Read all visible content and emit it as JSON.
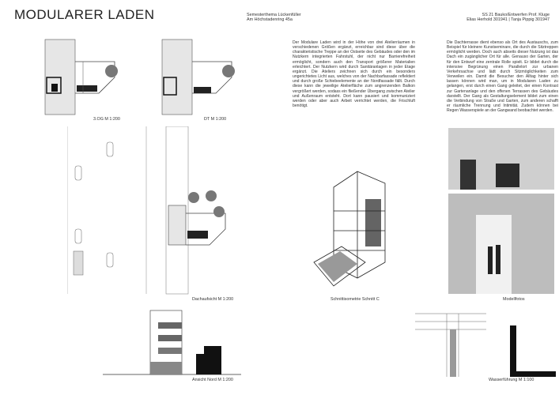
{
  "header": {
    "title": "MODULARER LADEN",
    "semester_theme": "Semesterthema Lückenfüller",
    "address": "Am Höchstadenring 45a",
    "course": "SS 21 Bauko/Entwerfen Prof. Kluge",
    "authors": "Elias Herhold 301941 | Tanja Pippig 301947"
  },
  "text": {
    "paragraph_1": "Der Modulare Laden wird in der Höhe von drei Atelierräumen in verschiedenen Größen ergänzt, erreichbar sind diese über die charakteristische Treppe an der Ostseite des Gebäudes oder den im Nutzkern integrierten Fahrstuhl, der nicht nur Barrierefreiheit ermöglicht, sondern auch den Transport größerer Materialien erleichtert. Der Nutzkern wird durch Sanitäranlagen in jeder Etage ergänzt. Die Ateliers zeichnen sich durch ein besonders ungerichtetes Licht aus, welches von der Nachbarfassade reflektiert und durch große Schiebeelemente an der Nordfassade fällt. Durch diese kann die jeweilige Atelierfläche zum angrenzenden Balkon vergrößert werden, sodass ein fließender Übergang zwischen Atelier und Außenraum entsteht. Dort kann pausiert und kommuniziert werden oder aber auch Arbeit verrichtet werden, die Frischluft benötigt.",
    "paragraph_2": "Die Dachterrasse dient ebenso als Ort des Austauschs, zum Beispiel für kleinere Kunstseminare, die durch die Sitztreppen ermöglicht werden. Doch auch abseits dieser Nutzung ist das Dach ein zugänglicher Ort für alle. Genauso der Garten, der für den Entwurf eine zentrale Rolle spielt. Er bildet durch die intensive Begrünung einen Parallelort zur urbanen Verkehrsachse und lädt durch Sitzmöglichkeiten zum Verweilen ein. Damit die Besucher den Alltag hinter sich lassen können wird man, um in Modularen Laden zu gelangen, erst durch einen Gang geleitet, der einen Kontrast zur Gartenanlage und den offenen Terrassen des Gebäudes darstellt. Der Gang als Gestaltungselement bildet zum einen die Verbindung von Straße und Garten, zum anderen schafft er räumliche Trennung und Intimität. Zudem können bei Regen Wasserspiele an der Gangwand beobachtet werden."
  },
  "captions": {
    "plan_3og": "3.OG M 1:200",
    "plan_dt": "DT M 1:200",
    "site_plan": "Dachaufsicht M 1:200",
    "isometric": "Schnittisometrie Schnitt C",
    "model_photos": "Modellfotos",
    "elevation": "Ansicht Nord M 1:200",
    "water": "Wasserführung M 1:100"
  }
}
